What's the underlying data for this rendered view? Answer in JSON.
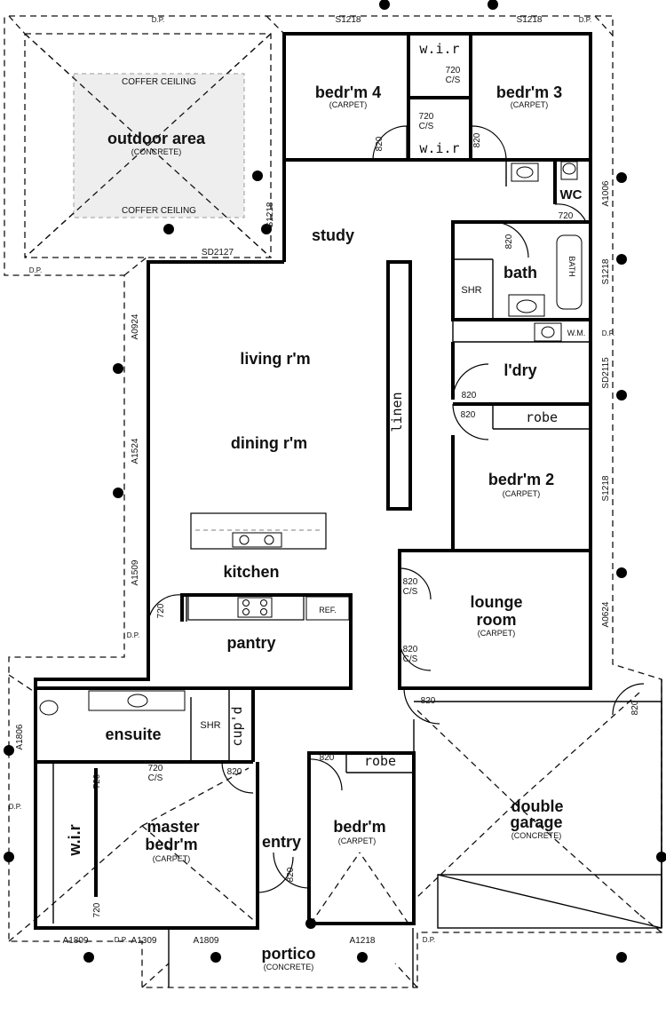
{
  "rooms": {
    "outdoor_area": "outdoor area",
    "outdoor_area_sub": "(CONCRETE)",
    "coffer_ceiling_top": "COFFER CEILING",
    "coffer_ceiling_bottom": "COFFER CEILING",
    "bedrm4": "bedr'm 4",
    "bedrm4_sub": "(CARPET)",
    "bedrm3": "bedr'm 3",
    "bedrm3_sub": "(CARPET)",
    "wir_top": "w.i.r",
    "wir_mid": "w.i.r",
    "wc": "WC",
    "study": "study",
    "bath": "bath",
    "shr_bath": "SHR",
    "bath_tub": "BATH",
    "wm": "W.M.",
    "living": "living r'm",
    "dining": "dining r'm",
    "linen": "linen",
    "ldry": "l'dry",
    "robe_2": "robe",
    "bedrm2": "bedr'm 2",
    "bedrm2_sub": "(CARPET)",
    "kitchen": "kitchen",
    "pantry": "pantry",
    "ref": "REF.",
    "lounge": "lounge",
    "lounge2": "room",
    "lounge_sub": "(CARPET)",
    "ensuite": "ensuite",
    "shr_ensuite": "SHR",
    "cupd": "cup'd",
    "master": "master",
    "master2": "bedr'm",
    "master_sub": "(CARPET)",
    "wir_master": "w.i.r",
    "entry": "entry",
    "bedrm_front": "bedr'm",
    "bedrm_front_sub": "(CARPET)",
    "robe_front": "robe",
    "garage": "double",
    "garage2": "garage",
    "garage_sub": "(CONCRETE)",
    "portico": "portico",
    "portico_sub": "(CONCRETE)"
  },
  "labels": {
    "dp": "D.P.",
    "s1218": "S1218",
    "sd2127": "SD2127",
    "a1006": "A1006",
    "sd2115": "SD2115",
    "a0924": "A0924",
    "a1524": "A1524",
    "a1509": "A1509",
    "a0624": "A0624",
    "a1806": "A1806",
    "a1809": "A1809",
    "a1309": "A1309",
    "a1218": "A1218",
    "d820": "820",
    "d720": "720",
    "cs": "C/S"
  }
}
